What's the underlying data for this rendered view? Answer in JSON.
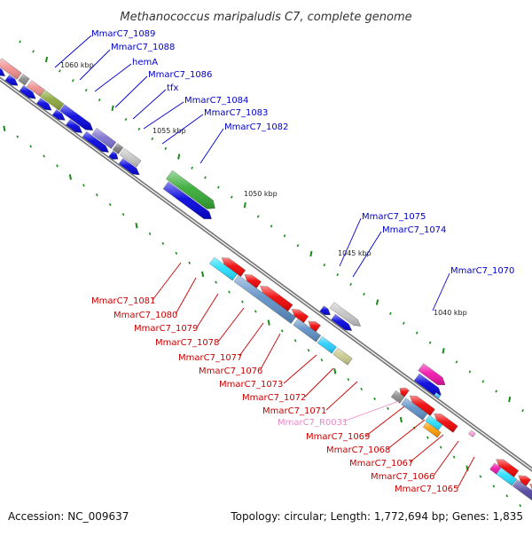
{
  "title": "Methanococcus maripaludis C7, complete genome",
  "footer": {
    "accession": "Accession: NC_009637",
    "summary": "Topology: circular; Length: 1,772,694 bp; Genes: 1,835"
  },
  "colors": {
    "forward_label": "#0000cc",
    "reverse_label": "#cc0000",
    "rna_label": "#e88ac8",
    "backbone": "#888888",
    "tick": "#1a8a1a"
  },
  "ruler": [
    "1060 kbp",
    "1055 kbp",
    "1050 kbp",
    "1045 kbp",
    "1040 kbp"
  ],
  "forward_genes": [
    {
      "id": "g1089",
      "label": "MmarC7_1089"
    },
    {
      "id": "g1088",
      "label": "MmarC7_1088"
    },
    {
      "id": "hemA",
      "label": "hemA"
    },
    {
      "id": "g1086",
      "label": "MmarC7_1086"
    },
    {
      "id": "tfx",
      "label": "tfx"
    },
    {
      "id": "g1084",
      "label": "MmarC7_1084"
    },
    {
      "id": "g1083",
      "label": "MmarC7_1083"
    },
    {
      "id": "g1082",
      "label": "MmarC7_1082"
    },
    {
      "id": "g1075",
      "label": "MmarC7_1075"
    },
    {
      "id": "g1074",
      "label": "MmarC7_1074"
    },
    {
      "id": "g1070",
      "label": "MmarC7_1070"
    }
  ],
  "reverse_genes": [
    {
      "id": "g1081",
      "label": "MmarC7_1081"
    },
    {
      "id": "g1080",
      "label": "MmarC7_1080"
    },
    {
      "id": "g1079",
      "label": "MmarC7_1079"
    },
    {
      "id": "g1078",
      "label": "MmarC7_1078"
    },
    {
      "id": "g1077",
      "label": "MmarC7_1077"
    },
    {
      "id": "g1076",
      "label": "MmarC7_1076"
    },
    {
      "id": "g1073",
      "label": "MmarC7_1073"
    },
    {
      "id": "g1072",
      "label": "MmarC7_1072"
    },
    {
      "id": "g1071",
      "label": "MmarC7_1071"
    },
    {
      "id": "R0031",
      "label": "MmarC7_R0031"
    },
    {
      "id": "g1069",
      "label": "MmarC7_1069"
    },
    {
      "id": "g1068",
      "label": "MmarC7_1068"
    },
    {
      "id": "g1067",
      "label": "MmarC7_1067"
    },
    {
      "id": "g1066",
      "label": "MmarC7_1066"
    },
    {
      "id": "g1065",
      "label": "MmarC7_1065"
    }
  ]
}
